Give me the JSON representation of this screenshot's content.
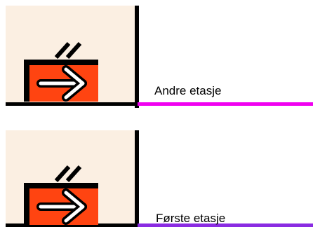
{
  "floors": [
    {
      "id": "second",
      "label": "Andre etasje",
      "line_color": "#f000f0",
      "room_color": "#fbefe2",
      "sign_color": "#ff4411",
      "arrow_icon": "right-arrow-icon"
    },
    {
      "id": "first",
      "label": "Første etasje",
      "line_color": "#8a2be2",
      "room_color": "#fbefe2",
      "sign_color": "#ff4411",
      "arrow_icon": "right-arrow-icon"
    }
  ]
}
